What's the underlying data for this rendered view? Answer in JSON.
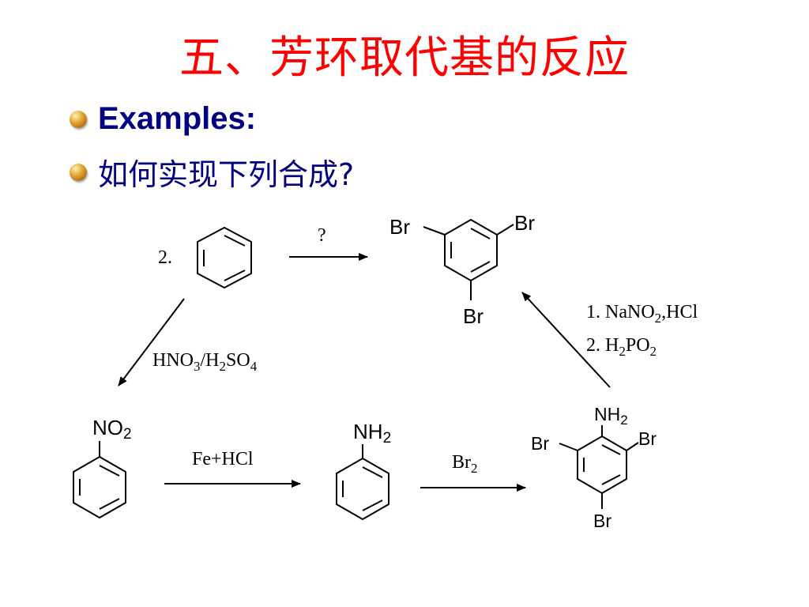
{
  "title": "五、芳环取代基的反应",
  "bullets": [
    "Examples:",
    "如何实现下列合成?"
  ],
  "scheme": {
    "number": "2.",
    "step_unknown": "?",
    "reagent_nitration": [
      "HNO",
      "3",
      "/H",
      "2",
      "SO",
      "4"
    ],
    "reagent_reduction": "Fe+HCl",
    "reagent_bromination": [
      "Br",
      "2"
    ],
    "reagent_deamination_1": [
      "1.  NaNO",
      "2",
      ",HCl"
    ],
    "reagent_deamination_2": [
      "2.  H",
      "2",
      "PO",
      "2"
    ],
    "nitro_group": [
      "NO",
      "2"
    ],
    "amino_group": [
      "NH",
      "2"
    ],
    "bromine": "Br"
  }
}
